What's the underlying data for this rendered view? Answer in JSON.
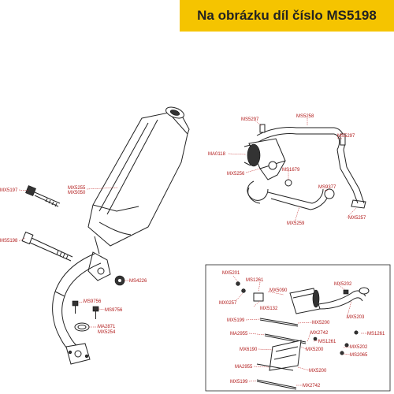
{
  "banner": {
    "text": "Na obrázku díl číslo MS5198",
    "bg_color": "#f5c400"
  },
  "main": {
    "labels": {
      "mx5197": "MX5197",
      "mx5255": "MX5255",
      "mx5050": "MX5050",
      "ms5198": "MS5198",
      "ms4226": "MS4226",
      "ms9756a": "MS9756",
      "ms9756b": "MS9756",
      "ma2871": "MA2871",
      "mx5254": "MX5254"
    }
  },
  "top_right": {
    "labels": {
      "ms5297a": "MS5297",
      "ms5258": "MS5258",
      "ms5297b": "MS5297",
      "ma0118": "MA0118",
      "mx5256": "MX5256",
      "ms1679": "MS1679",
      "ms9377": "MS9377",
      "mx5257": "MX5257",
      "mx5259": "MX5259"
    }
  },
  "inset": {
    "labels": {
      "mx5201": "MX5201",
      "ms1261a": "MS1261",
      "mx5090": "MX5090",
      "mx5202a": "MX5202",
      "mx0257": "MX0257",
      "mx5132": "MX5132",
      "mx5199a": "MX5199",
      "mx5200a": "MX5200",
      "mx5203": "MX5203",
      "ma2955a": "MA2955",
      "mx2742a": "MX2742",
      "ms1261b": "MS1261",
      "ms1261c": "MS1261",
      "mx6190": "MX6190",
      "mx5200b": "MX5200",
      "mx5202b": "MX5202",
      "ms2065": "MS2065",
      "ma2955b": "MA2955",
      "mx5200c": "MX5200",
      "mx5199b": "MX5199",
      "mx2742b": "MX2742"
    }
  },
  "colors": {
    "label": "#b01818",
    "line": "#222222",
    "leader": "#c02020"
  }
}
